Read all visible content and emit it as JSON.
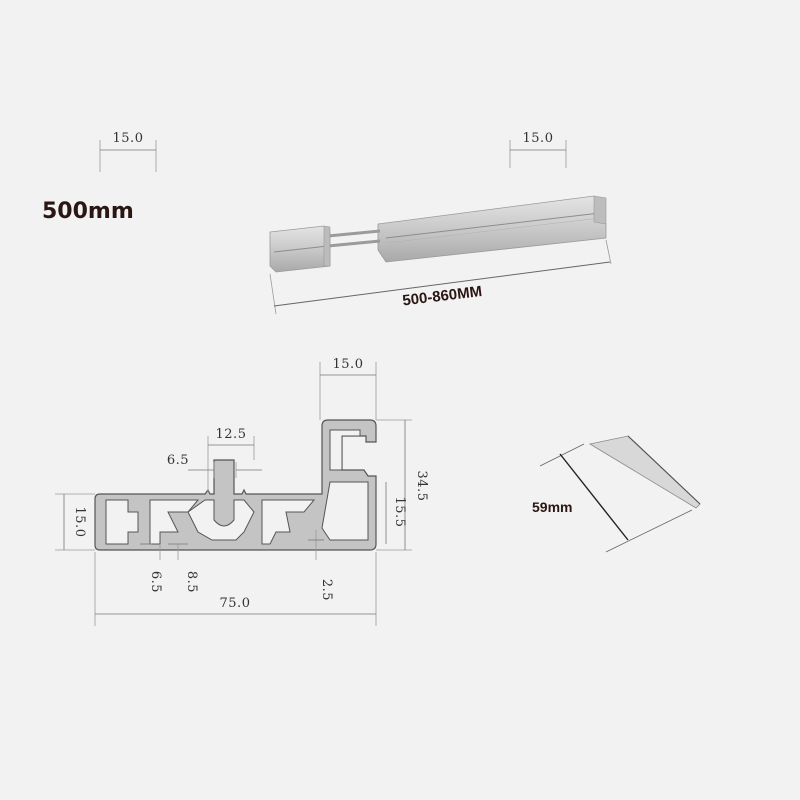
{
  "top_section": {
    "length_label": "500mm",
    "end_dim_left": "15.0",
    "end_dim_right": "15.0",
    "range_label": "500-860MM"
  },
  "profile_section": {
    "dims": {
      "top_width": "15.0",
      "slot_width": "12.5",
      "slot_gap": "6.5",
      "height_total": "34.5",
      "height_lower": "15.5",
      "left_height": "15.0",
      "wall_left": "6.5",
      "wall_mid": "8.5",
      "wall_right": "2.5",
      "overall_width": "75.0"
    }
  },
  "side_section": {
    "depth_label": "59mm"
  },
  "colors": {
    "background": "#f2f2f2",
    "aluminum": "#c4c4c4",
    "text_dark": "#2a1612"
  }
}
